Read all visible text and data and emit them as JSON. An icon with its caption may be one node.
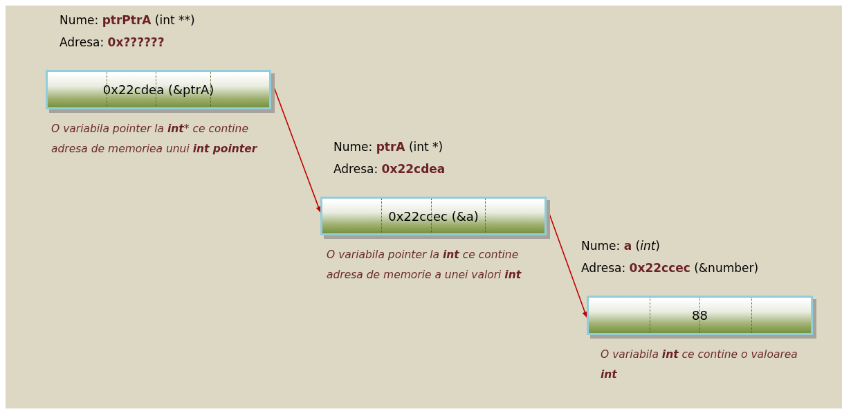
{
  "diagram": {
    "nodes": [
      {
        "text": [
          "0x22cdea (&ptrA)"
        ],
        "beside": [
          "Nume:  **ptrPtrA** (int **)",
          "Adresa: **0x??????**",
          "O variabila pointer la **int*** ce contine adresa de memoriea unui  **int pointer**"
        ]
      },
      {
        "text": [
          "0x22ccec (&a)"
        ],
        "beside": [
          "Nume:  **ptrA** (int *)",
          "Adresa: **0x22cdea**",
          "O variabila pointer la **int** ce contine adresa de memorie a unei valori  **int**"
        ]
      },
      {
        "text": [
          "88"
        ],
        "beside": [
          "Nume:  **a** (*int*)",
          "Adresa: **0x22ccec** (&number)",
          "O variabila **int** ce contine o valoarea **int**"
        ]
      }
    ],
    "edges": [
      {
        "from": 0,
        "to": 1,
        "arrow": "to"
      },
      {
        "from": 1,
        "to": 2,
        "arrow": "to"
      }
    ]
  }
}
